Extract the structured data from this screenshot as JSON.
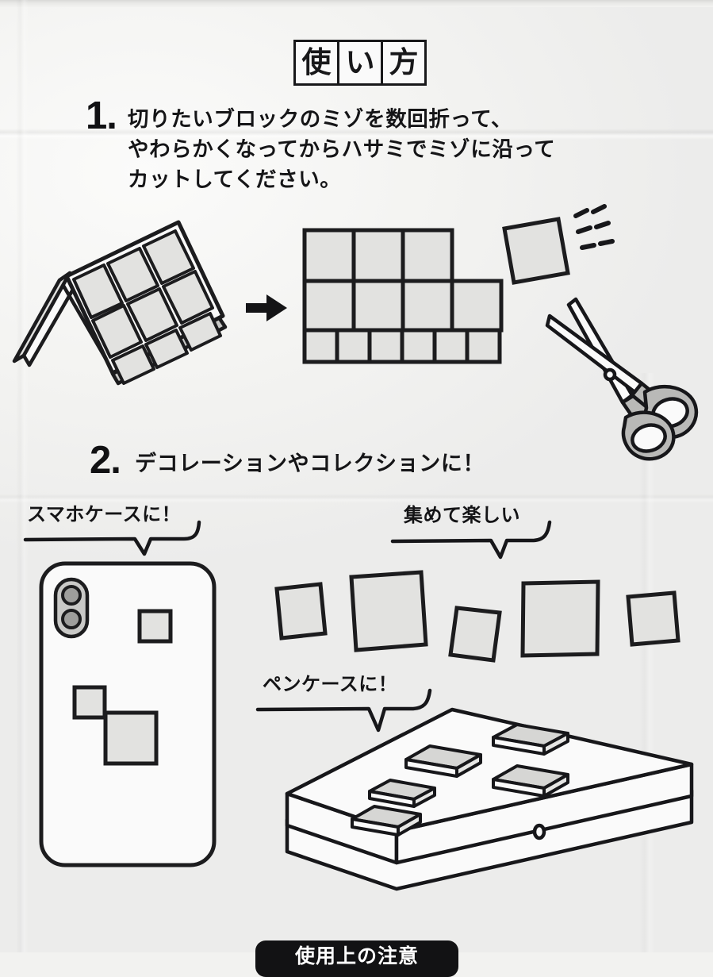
{
  "document": {
    "type": "instruction-sheet",
    "language": "ja",
    "background_color": "#f3f3f1",
    "ink_color": "#1c1c1e",
    "block_fill_color": "#e2e2e0"
  },
  "title": {
    "text": "使い方",
    "characters": [
      "使",
      "い",
      "方"
    ]
  },
  "steps": [
    {
      "number": "1.",
      "lines": [
        "切りたいブロックのミゾを数回折って、",
        "やわらかくなってからハサミでミゾに沿って",
        "カットしてください。"
      ]
    },
    {
      "number": "2.",
      "lines": [
        "デコレーションやコレクションに！"
      ]
    }
  ],
  "callouts": [
    {
      "id": "phone-case",
      "text": "スマホケースに！"
    },
    {
      "id": "collect",
      "text": "集めて楽しい"
    },
    {
      "id": "pen-case",
      "text": "ペンケースに！"
    }
  ],
  "illustrations": {
    "folded_sheet": {
      "name": "folded-block-sheet",
      "description": "折り曲げたブロックシート"
    },
    "arrow": {
      "name": "right-arrow",
      "glyph": "→"
    },
    "flat_sheet": {
      "name": "flat-block-sheet",
      "rows": [
        {
          "count": 3,
          "size": "large"
        },
        {
          "count": 4,
          "size": "medium"
        },
        {
          "count": 6,
          "size": "small"
        }
      ]
    },
    "cut_piece": {
      "name": "cut-out-block",
      "motion_lines": 6
    },
    "scissors": {
      "name": "scissors",
      "handle_color": "#b9b9b7"
    },
    "phone_case": {
      "name": "smartphone-case",
      "camera_lenses": 2,
      "stickers": 3
    },
    "scattered_blocks": {
      "name": "scattered-blocks",
      "count": 5
    },
    "pen_case": {
      "name": "pen-case-box",
      "stickers": 5,
      "latch": true
    }
  },
  "bottom_banner": {
    "text": "使用上の注意",
    "background_color": "#121214",
    "text_color": "#ffffff"
  }
}
